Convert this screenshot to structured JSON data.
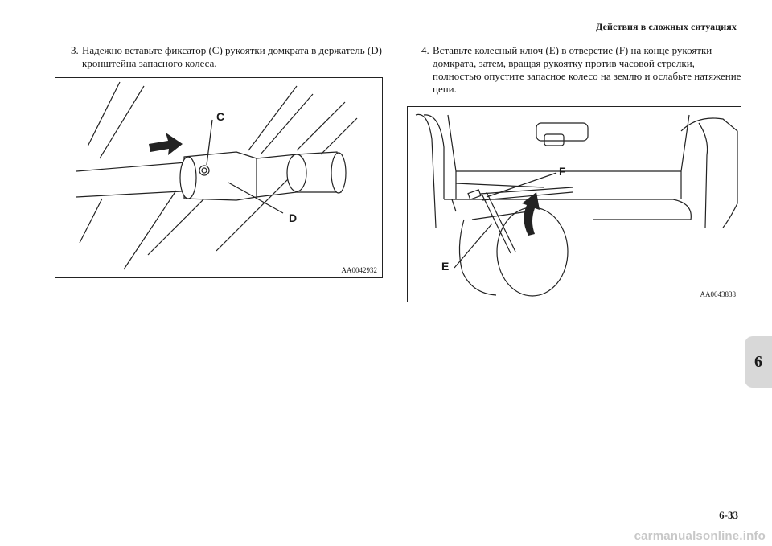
{
  "header": {
    "title": "Действия в сложных ситуациях"
  },
  "chapter_tab": "6",
  "step3": {
    "number": "3.",
    "text": "Надежно вставьте фиксатор (C) рукоятки домкрата в держатель (D) кронштейна запасного колеса."
  },
  "step4": {
    "number": "4.",
    "text": "Вставьте колесный ключ (E) в отверстие (F) на конце рукоятки домкрата, затем, вращая рукоятку против часовой стрелки, полностью опустите запасное колесо на землю и ослабьте натяжение цепи."
  },
  "figure1": {
    "code": "AA0042932",
    "label_c": "C",
    "label_d": "D"
  },
  "figure2": {
    "code": "AA0043838",
    "label_e": "E",
    "label_f": "F"
  },
  "footer": {
    "page_number": "6-33",
    "watermark": "carmanualsonline.info"
  }
}
